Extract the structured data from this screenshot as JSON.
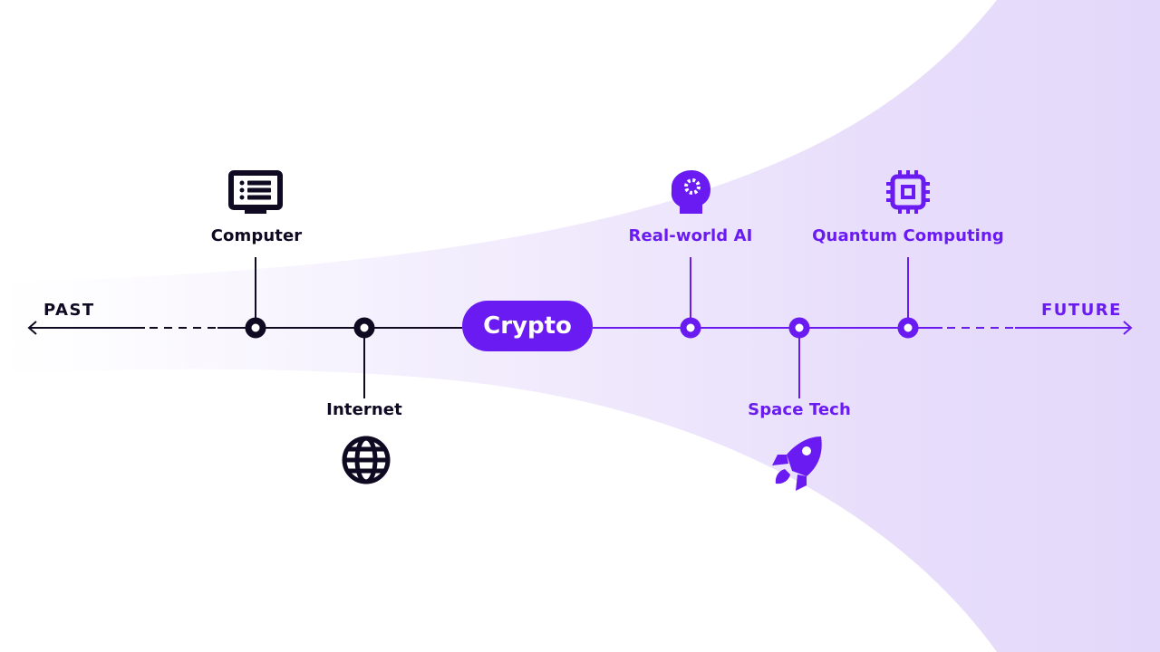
{
  "colors": {
    "dark": "#0f0a22",
    "accent": "#6a1bf2",
    "wedge": "#e7dcfb"
  },
  "timeline": {
    "past_label": "PAST",
    "future_label": "FUTURE",
    "center_label": "Crypto"
  },
  "milestones": {
    "computer": {
      "label": "Computer",
      "icon": "monitor-icon",
      "era": "past"
    },
    "internet": {
      "label": "Internet",
      "icon": "globe-icon",
      "era": "past"
    },
    "ai": {
      "label": "Real-world AI",
      "icon": "ai-head-icon",
      "era": "future"
    },
    "space": {
      "label": "Space Tech",
      "icon": "rocket-icon",
      "era": "future"
    },
    "quantum": {
      "label": "Quantum Computing",
      "icon": "chip-icon",
      "era": "future"
    }
  }
}
